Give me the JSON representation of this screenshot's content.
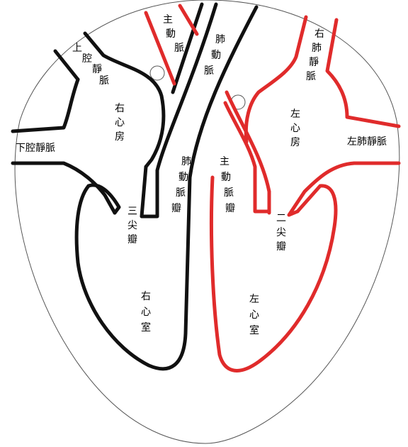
{
  "colors": {
    "right_side": "#111111",
    "left_side": "#e02b2b",
    "outline": "#555555",
    "label": "#000000"
  },
  "labels": {
    "superior_vena_cava": "上腔靜脈",
    "inferior_vena_cava": "下腔靜脈",
    "right_atrium": "右心房",
    "tricuspid_valve": "三尖瓣",
    "right_ventricle": "右心室",
    "pulmonary_artery": "肺動脈",
    "pulmonary_valve": "肺動脈瓣",
    "aorta": "主動脈",
    "aortic_valve": "主動脈瓣",
    "right_pulmonary_vein": "右肺靜脈",
    "left_pulmonary_vein": "左肺靜脈",
    "left_atrium": "左心房",
    "bicuspid_valve": "二尖瓣",
    "left_ventricle": "左心室"
  }
}
